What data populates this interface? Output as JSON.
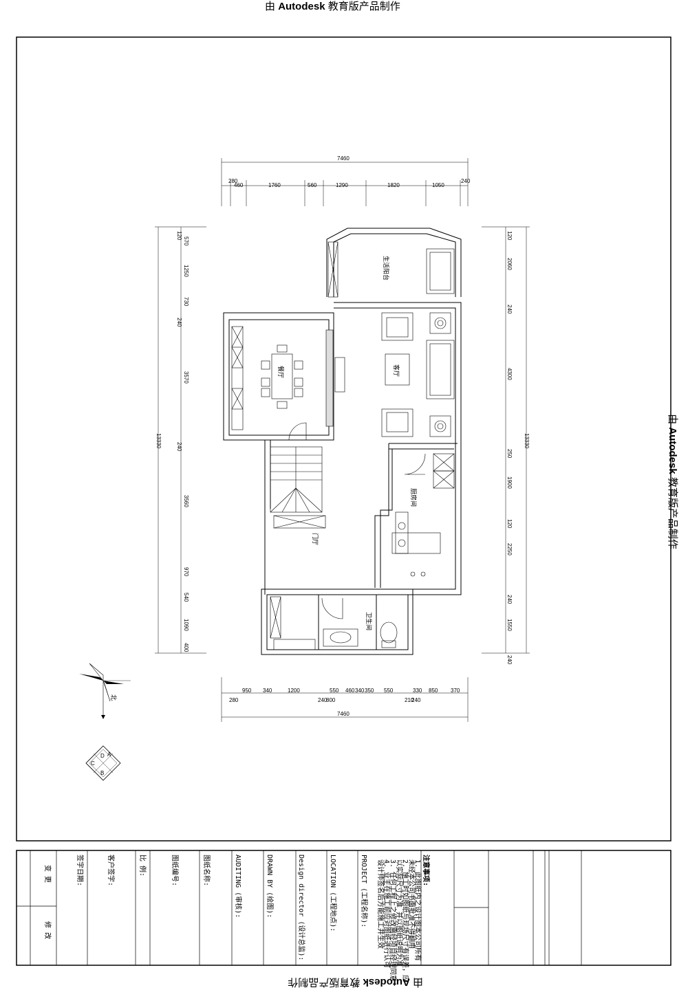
{
  "watermark": {
    "prefix": "由",
    "brand": "Autodesk",
    "suffix": "教育版产品制作"
  },
  "rooms": {
    "balcony": "生活阳台",
    "dining": "餐厅",
    "living": "客厅",
    "kitchen": "厨房间",
    "foyer": "门厅",
    "bathroom": "卫生间"
  },
  "dims": {
    "top_total": "7460",
    "top_row": [
      "280",
      "460",
      "1760",
      "560",
      "1290",
      "1820",
      "1050",
      "240"
    ],
    "bottom_row1": [
      "950",
      "340",
      "1200",
      "550",
      "460",
      "340",
      "350",
      "550",
      "330",
      "850",
      "370"
    ],
    "bottom_row2": [
      "280",
      "240",
      "800",
      "210",
      "240"
    ],
    "bottom_total": "7460",
    "left_total": "13330",
    "left_col": [
      "120",
      "570",
      "1250",
      "730",
      "240",
      "3570",
      "240",
      "3560",
      "970",
      "540",
      "1090",
      "400"
    ],
    "right_total": "13330",
    "right_col": [
      "120",
      "2060",
      "240",
      "4300",
      "250",
      "1900",
      "120",
      "2250",
      "240",
      "1550",
      "240"
    ]
  },
  "north_label": "北",
  "key_plan": [
    "A",
    "B",
    "C",
    "D"
  ],
  "title_block": {
    "change_label": "变   更",
    "revise_label": "修   改",
    "sign_date": "签字日期:",
    "client_sign": "客户签字:",
    "scale": "比    例:",
    "drawing_no": "图纸编号:",
    "drawing_name": "图纸名称:",
    "auditing": "AUDITING (审核):",
    "drawn_by": "DRAWN BY (绘图):",
    "design_director": "Design director (设计总监):",
    "location": "LOCATION (工程地点):",
    "project": "PROJECT (工程名称):",
    "notes_title": "注意事项:",
    "notes": [
      "1. 此图纸内之设计图本公司所有",
      "未经本公司书面批准不得翻用",
      "2. 施工时如图纸与现场尺寸有误差，应",
      "以实际尺寸为准 并以图纸说明为准",
      "3. 任何工程上之修改需经项目经理同意",
      "4. 业主在施工前应对图纸进行认可",
      "设计师签名后方能施工并生效"
    ]
  }
}
